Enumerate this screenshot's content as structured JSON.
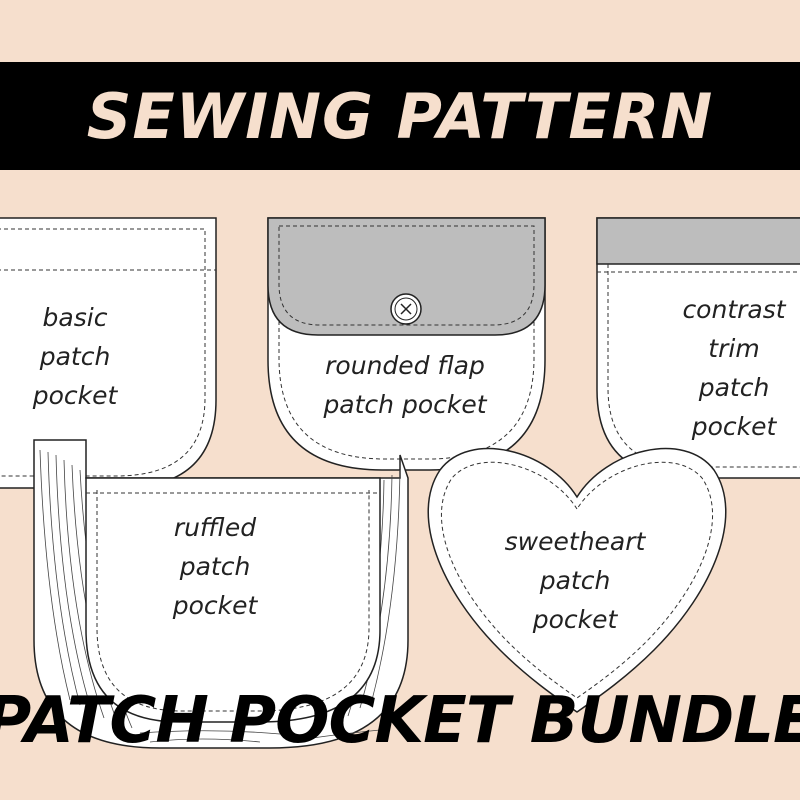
{
  "header": {
    "title": "SEWING PATTERN"
  },
  "pockets": [
    {
      "label": "basic\npatch\npocket"
    },
    {
      "label": "rounded flap\npatch pocket"
    },
    {
      "label": "contrast\ntrim\npatch\npocket"
    },
    {
      "label": "ruffled\npatch\npocket"
    },
    {
      "label": "sweetheart\npatch\npocket"
    }
  ],
  "footer": {
    "title": "PATCH POCKET BUNDLE"
  },
  "colors": {
    "background": "#f6dfcd",
    "banner": "#000000",
    "flap": "#bdbdbd",
    "pocket": "#ffffff"
  }
}
